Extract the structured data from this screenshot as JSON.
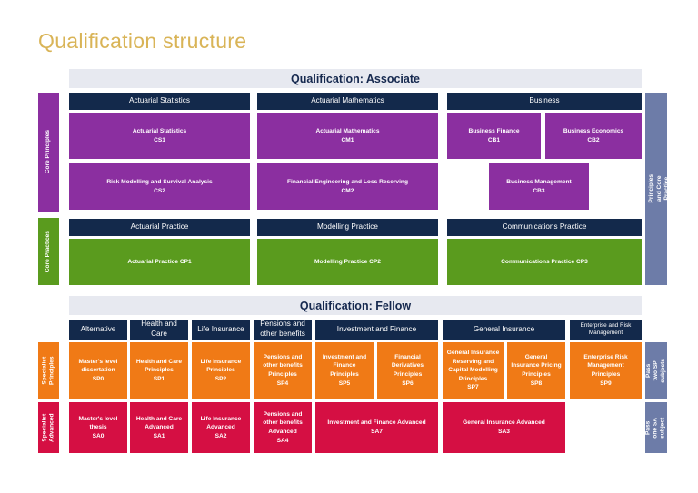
{
  "page": {
    "title": "Qualification structure"
  },
  "colors": {
    "title": "#d9b457",
    "navy": "#13294b",
    "banner_bg": "#e7e9f0",
    "purple": "#8b2fa0",
    "green": "#5a9b1e",
    "orange": "#f07a16",
    "crimson": "#d50f43",
    "slate": "#6d7ca8"
  },
  "associate": {
    "banner": "Qualification: Associate",
    "side_label": "Pass all Core Principles and Core Practice exams",
    "core_principles": {
      "side_label": "Core Principles",
      "columns": [
        {
          "header": "Actuarial Statistics",
          "subjects": [
            {
              "name": "Actuarial Statistics",
              "code": "CS1"
            },
            {
              "name": "Risk Modelling and Survival Analysis",
              "code": "CS2"
            }
          ]
        },
        {
          "header": "Actuarial Mathematics",
          "subjects": [
            {
              "name": "Actuarial Mathematics",
              "code": "CM1"
            },
            {
              "name": "Financial Engineering and Loss Reserving",
              "code": "CM2"
            }
          ]
        },
        {
          "header": "Business",
          "subjects": [
            {
              "name": "Business Finance",
              "code": "CB1"
            },
            {
              "name": "Business Economics",
              "code": "CB2"
            },
            {
              "name": "Business Management",
              "code": "CB3"
            }
          ]
        }
      ]
    },
    "core_practices": {
      "side_label": "Core Practices",
      "columns": [
        {
          "header": "Actuarial Practice",
          "subject": "Actuarial Practice CP1"
        },
        {
          "header": "Modelling Practice",
          "subject": "Modelling Practice CP2"
        },
        {
          "header": "Communications Practice",
          "subject": "Communications Practice CP3"
        }
      ]
    }
  },
  "fellow": {
    "banner": "Qualification: Fellow",
    "side_label_sp": "Pass two SP subjects",
    "side_label_sa": "Pass one SA subject",
    "specialist_principles_label": "Specialist Principles",
    "specialist_advanced_label": "Specialist Advanced",
    "headers": [
      "Alternative",
      "Health and Care",
      "Life Insurance",
      "Pensions and other benefits",
      "Investment and Finance",
      "General Insurance",
      "Enterprise and Risk Management"
    ],
    "principles": [
      {
        "name": "Master's level dissertation",
        "code": "SP0"
      },
      {
        "name": "Health and Care Principles",
        "code": "SP1"
      },
      {
        "name": "Life Insurance Principles",
        "code": "SP2"
      },
      {
        "name": "Pensions and other benefits Principles",
        "code": "SP4"
      },
      {
        "name": "Investment and Finance Principles",
        "code": "SP5"
      },
      {
        "name": "Financial Derivatives Principles",
        "code": "SP6"
      },
      {
        "name": "General Insurance Reserving and Capital Modelling Principles",
        "code": "SP7"
      },
      {
        "name": "General Insurance Pricing Principles",
        "code": "SP8"
      },
      {
        "name": "Enterprise Risk Management Principles",
        "code": "SP9"
      }
    ],
    "advanced": [
      {
        "name": "Master's level thesis",
        "code": "SA0"
      },
      {
        "name": "Health and Care Advanced",
        "code": "SA1"
      },
      {
        "name": "Life Insurance Advanced",
        "code": "SA2"
      },
      {
        "name": "Pensions and other benefits Advanced",
        "code": "SA4"
      },
      {
        "name": "Investment and Finance Advanced",
        "code": "SA7"
      },
      {
        "name": "General Insurance Advanced",
        "code": "SA3"
      }
    ]
  }
}
